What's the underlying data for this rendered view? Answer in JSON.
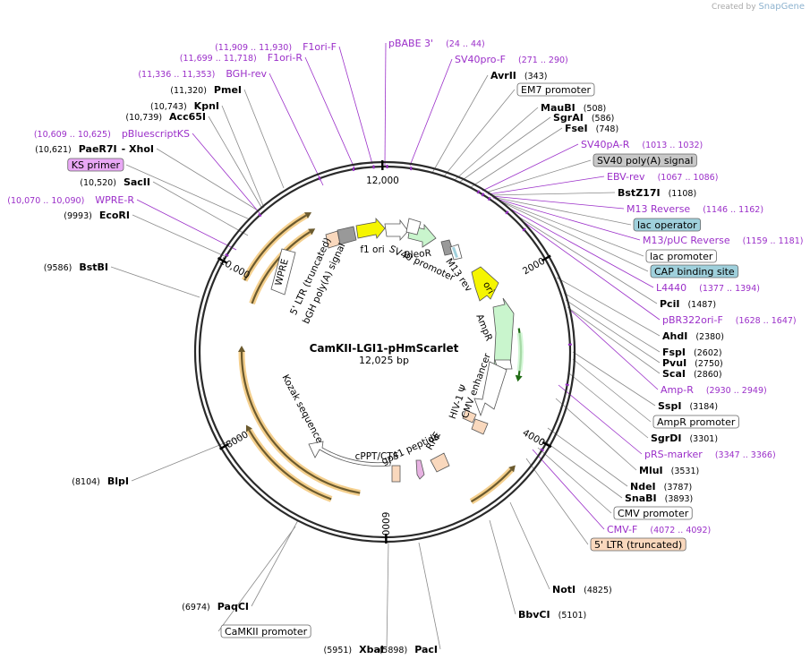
{
  "credit": {
    "prefix": "Created by",
    "brand": "SnapGene"
  },
  "plasmid": {
    "name": "CamKII-LGI1-pHmScarlet",
    "length_label": "12,025 bp",
    "length": 12025
  },
  "colors": {
    "primer": "#9b2fc9",
    "site": "#000000",
    "leader": "#8a8a8a",
    "ring": "#2a2a2a",
    "highlight": "#f2c779"
  },
  "ticks": [
    "2000",
    "4000",
    "6000",
    "8000",
    "10,000",
    "12,000"
  ],
  "labels": [
    {
      "name": "pBABE 3'",
      "range": "(24 .. 44)",
      "kind": "primer"
    },
    {
      "name": "SV40pro-F",
      "range": "(271 .. 290)",
      "kind": "primer"
    },
    {
      "name": "AvrII",
      "range": "(343)",
      "kind": "site"
    },
    {
      "name": "EM7 promoter",
      "range": "",
      "kind": "box",
      "fill": "#ffffff"
    },
    {
      "name": "MauBI",
      "range": "(508)",
      "kind": "site"
    },
    {
      "name": "SgrAI",
      "range": "(586)",
      "kind": "site"
    },
    {
      "name": "FseI",
      "range": "(748)",
      "kind": "site"
    },
    {
      "name": "SV40pA-R",
      "range": "(1013 .. 1032)",
      "kind": "primer"
    },
    {
      "name": "SV40 poly(A) signal",
      "range": "",
      "kind": "box",
      "fill": "#c8c8c8"
    },
    {
      "name": "EBV-rev",
      "range": "(1067 .. 1086)",
      "kind": "primer"
    },
    {
      "name": "BstZ17I",
      "range": "(1108)",
      "kind": "site"
    },
    {
      "name": "M13 Reverse",
      "range": "(1146 .. 1162)",
      "kind": "primer"
    },
    {
      "name": "lac operator",
      "range": "",
      "kind": "box",
      "fill": "#9fd0dc"
    },
    {
      "name": "M13/pUC Reverse",
      "range": "(1159 .. 1181)",
      "kind": "primer"
    },
    {
      "name": "lac promoter",
      "range": "",
      "kind": "box",
      "fill": "#ffffff"
    },
    {
      "name": "CAP binding site",
      "range": "",
      "kind": "box",
      "fill": "#9fd0dc"
    },
    {
      "name": "L4440",
      "range": "(1377 .. 1394)",
      "kind": "primer"
    },
    {
      "name": "PciI",
      "range": "(1487)",
      "kind": "site"
    },
    {
      "name": "pBR322ori-F",
      "range": "(1628 .. 1647)",
      "kind": "primer"
    },
    {
      "name": "AhdI",
      "range": "(2380)",
      "kind": "site"
    },
    {
      "name": "FspI",
      "range": "(2602)",
      "kind": "site"
    },
    {
      "name": "PvuI",
      "range": "(2750)",
      "kind": "site"
    },
    {
      "name": "ScaI",
      "range": "(2860)",
      "kind": "site"
    },
    {
      "name": "Amp-R",
      "range": "(2930 .. 2949)",
      "kind": "primer"
    },
    {
      "name": "SspI",
      "range": "(3184)",
      "kind": "site"
    },
    {
      "name": "AmpR promoter",
      "range": "",
      "kind": "box",
      "fill": "#ffffff"
    },
    {
      "name": "SgrDI",
      "range": "(3301)",
      "kind": "site"
    },
    {
      "name": "pRS-marker",
      "range": "(3347 .. 3366)",
      "kind": "primer"
    },
    {
      "name": "MluI",
      "range": "(3531)",
      "kind": "site"
    },
    {
      "name": "NdeI",
      "range": "(3787)",
      "kind": "site"
    },
    {
      "name": "SnaBI",
      "range": "(3893)",
      "kind": "site"
    },
    {
      "name": "CMV promoter",
      "range": "",
      "kind": "box",
      "fill": "#ffffff"
    },
    {
      "name": "CMV-F",
      "range": "(4072 .. 4092)",
      "kind": "primer"
    },
    {
      "name": "5' LTR (truncated)",
      "range": "",
      "kind": "box",
      "fill": "#f9d8bd"
    },
    {
      "name": "NotI",
      "range": "(4825)",
      "kind": "site"
    },
    {
      "name": "BbvCI",
      "range": "(5101)",
      "kind": "site"
    },
    {
      "name": "PacI",
      "range": "(5898)",
      "kind": "site"
    },
    {
      "name": "XbaI",
      "range": "(5951)",
      "kind": "site"
    },
    {
      "name": "CaMKII promoter",
      "range": "",
      "kind": "box",
      "fill": "#ffffff"
    },
    {
      "name": "PaqCI",
      "range": "(6974)",
      "kind": "site"
    },
    {
      "name": "BlpI",
      "range": "(8104)",
      "kind": "site"
    },
    {
      "name": "BstBI",
      "range": "(9586)",
      "kind": "site"
    },
    {
      "name": "EcoRI",
      "range": "(9993)",
      "kind": "site"
    },
    {
      "name": "WPRE-R",
      "range": "(10,070 .. 10,090)",
      "kind": "primer"
    },
    {
      "name": "SacII",
      "range": "(10,520)",
      "kind": "site"
    },
    {
      "name": "KS primer",
      "range": "",
      "kind": "box",
      "fill": "#e9a8f5"
    },
    {
      "name": "PaeR7I",
      "range": "(10,621)",
      "kind": "site",
      "extra": "- XhoI"
    },
    {
      "name": "pBluescriptKS",
      "range": "(10,609 .. 10,625)",
      "kind": "primer"
    },
    {
      "name": "Acc65I",
      "range": "(10,739)",
      "kind": "site"
    },
    {
      "name": "KpnI",
      "range": "(10,743)",
      "kind": "site"
    },
    {
      "name": "PmeI",
      "range": "(11,320)",
      "kind": "site"
    },
    {
      "name": "BGH-rev",
      "range": "(11,336 .. 11,353)",
      "kind": "primer"
    },
    {
      "name": "F1ori-R",
      "range": "(11,699 .. 11,718)",
      "kind": "primer"
    },
    {
      "name": "F1ori-F",
      "range": "(11,909 .. 11,930)",
      "kind": "primer"
    }
  ],
  "features": [
    {
      "text": "f1 ori"
    },
    {
      "text": "BleoR"
    },
    {
      "text": "SV40 promoter"
    },
    {
      "text": "M13 rev"
    },
    {
      "text": "ori"
    },
    {
      "text": "AmpR"
    },
    {
      "text": "HIV-1 Ψ"
    },
    {
      "text": "CMV enhancer"
    },
    {
      "text": "gp41 peptide"
    },
    {
      "text": "RRE"
    },
    {
      "text": "cPPT/CTS"
    },
    {
      "text": "Kozak sequence"
    },
    {
      "text": "WPRE"
    },
    {
      "text": "5' LTR (truncated)"
    },
    {
      "text": "bGH poly(A) signal"
    }
  ]
}
